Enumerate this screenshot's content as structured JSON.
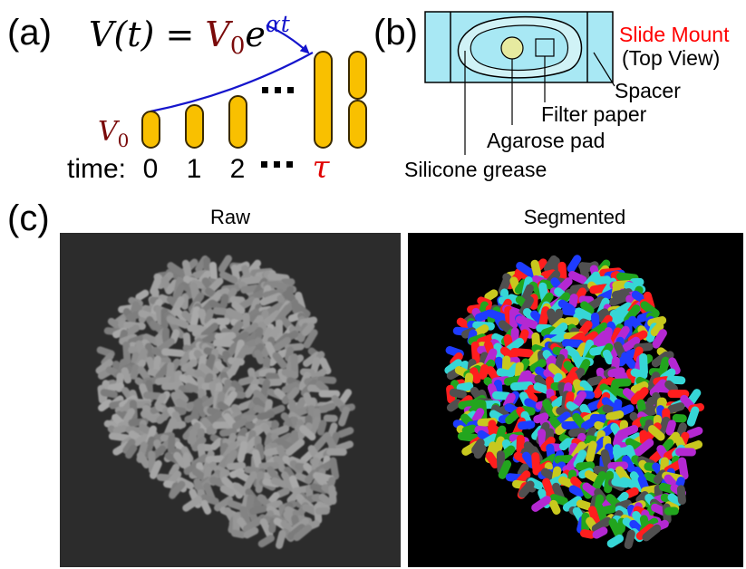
{
  "panel_a": {
    "label": "(a)",
    "formula": {
      "lhs": "V(t) = ",
      "v0": "V",
      "v0_sub": "0",
      "e": "e",
      "exp": "αt"
    },
    "v0_label": {
      "main": "V",
      "sub": "0"
    },
    "time_prefix": "time:",
    "time_ticks": [
      "0",
      "1",
      "2"
    ],
    "time_dots": "▪▪▪",
    "time_tau": "τ",
    "colors": {
      "cell": "#F9C000",
      "cell_stroke": "#3a2a00",
      "arrow": "#1515cc",
      "dark_red": "#7a0a0a",
      "tau": "#e00000"
    }
  },
  "panel_b": {
    "label": "(b)",
    "title": "Slide Mount",
    "subtitle": "(Top View)",
    "callouts": {
      "spacer": "Spacer",
      "filter": "Filter paper",
      "agarose": "Agarose pad",
      "grease": "Silicone grease"
    },
    "colors": {
      "slide": "#a8e8f4",
      "pad": "#e6eaa0",
      "title": "#ff0000"
    }
  },
  "panel_c": {
    "label": "(c)",
    "raw_title": "Raw",
    "seg_title": "Segmented",
    "seg_colors": [
      "#ff1e1e",
      "#1e3cff",
      "#22a51e",
      "#b428d2",
      "#36d6d6",
      "#c8c81e",
      "#505050"
    ]
  }
}
